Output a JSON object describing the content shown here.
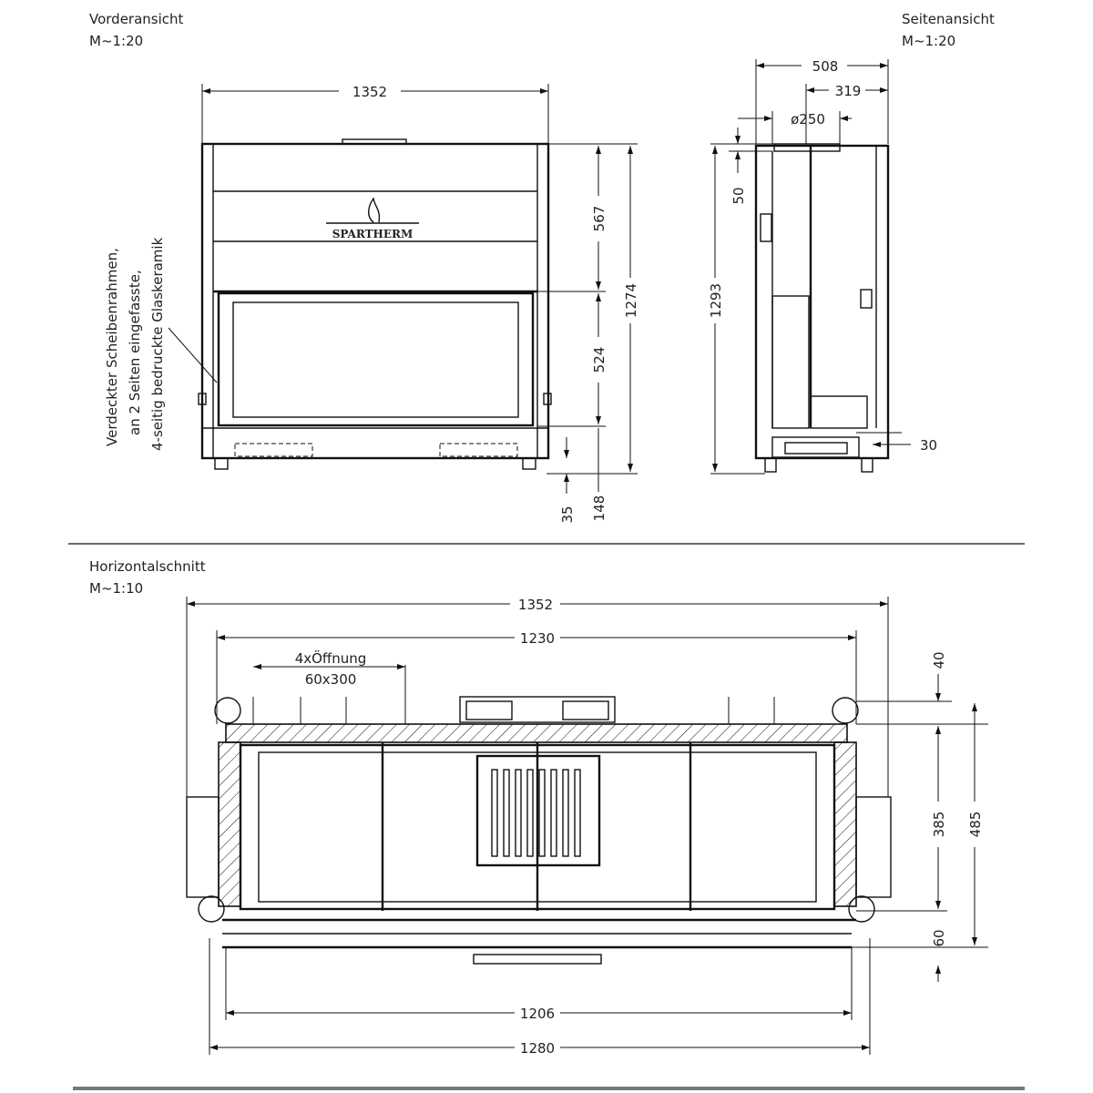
{
  "views": {
    "front": {
      "title": "Vorderansicht",
      "scale": "M~1:20"
    },
    "side": {
      "title": "Seitenansicht",
      "scale": "M~1:20"
    },
    "section": {
      "title": "Horizontalschnitt",
      "scale": "M~1:10"
    }
  },
  "brand": "SPARTHERM",
  "note": {
    "line1": "Verdeckter Scheibenrahmen,",
    "line2": "an 2 Seiten eingefasste,",
    "line3": "4-seitig bedruckte Glaskeramik"
  },
  "front_dims": {
    "width": "1352",
    "top": "567",
    "glass": "524",
    "total": "1274",
    "foot": "35",
    "base": "148"
  },
  "side_dims": {
    "depth": "508",
    "rear": "319",
    "flue": "ø250",
    "flue_offset": "50",
    "height": "1293",
    "bottom": "30"
  },
  "section_dims": {
    "outer": "1352",
    "inner": "1230",
    "opening_label": "4xÖffnung",
    "opening_size": "60x300",
    "top": "40",
    "depth_inner": "385",
    "depth_total": "485",
    "front": "60",
    "glass": "1206",
    "frame": "1280"
  }
}
